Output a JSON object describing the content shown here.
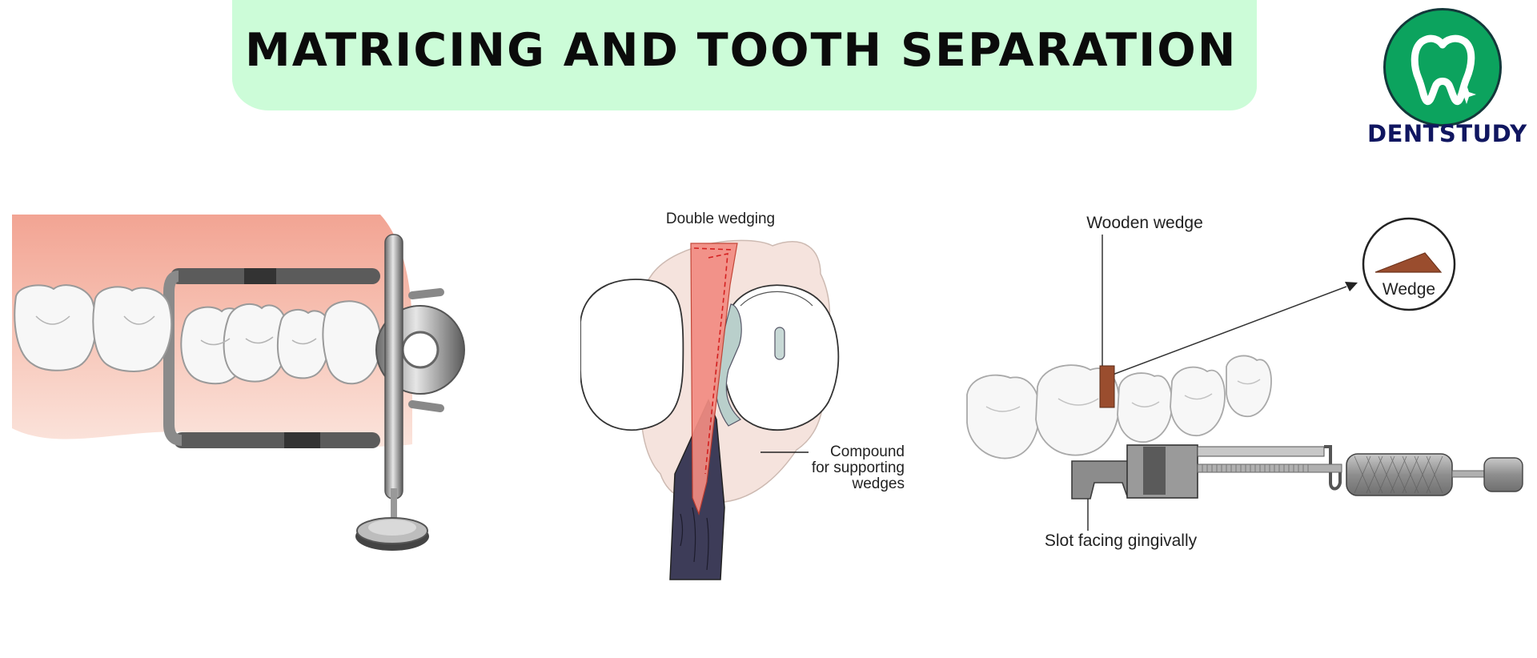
{
  "title": "MATRICING AND TOOTH SEPARATION",
  "logo": {
    "brand": "DENTSTUDY",
    "icon": "tooth-icon",
    "color": "#0ca35e"
  },
  "diagrams": {
    "double_wedging": {
      "label_top": "Double wedging",
      "label_compound": [
        "Compound",
        "for supporting",
        "wedges"
      ]
    },
    "separator": {
      "label_wooden_wedge": "Wooden wedge",
      "label_wedge_inset": "Wedge",
      "label_slot": "Slot facing gingivally"
    }
  }
}
